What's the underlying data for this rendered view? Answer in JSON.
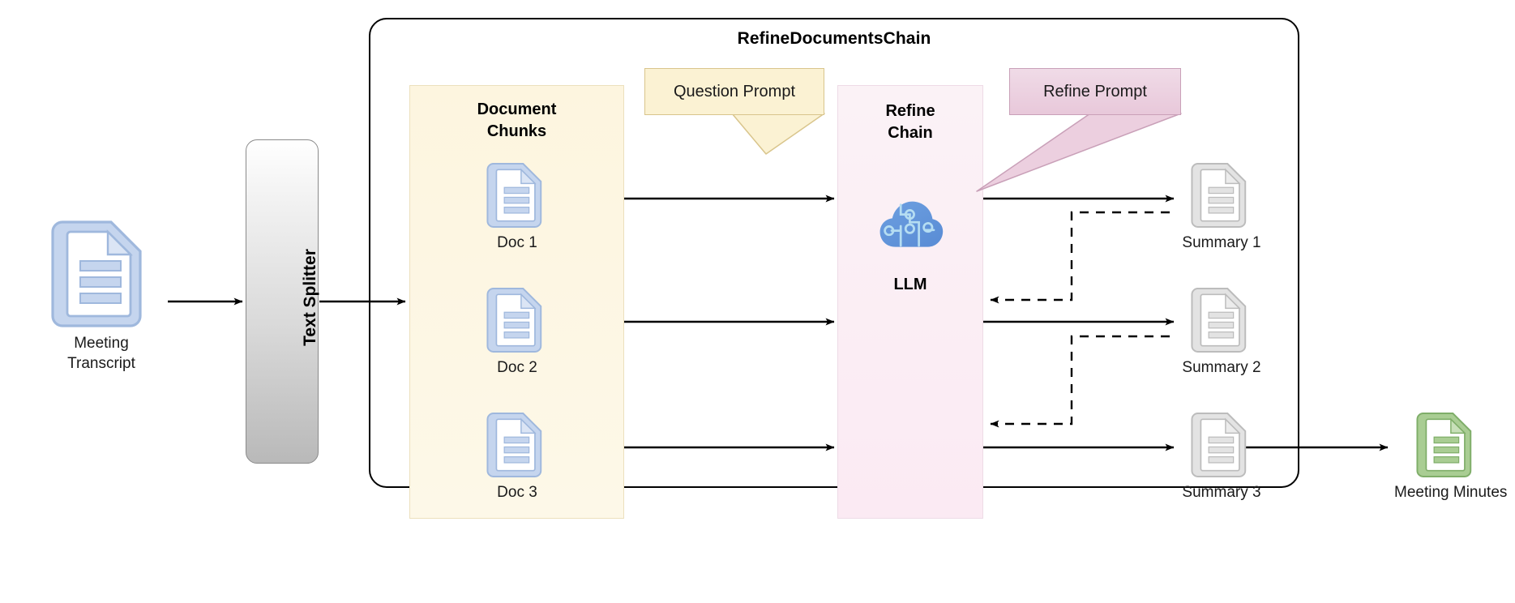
{
  "diagram": {
    "title": "RefineDocumentsChain",
    "type": "flow-diagram"
  },
  "input": {
    "label": "Meeting\nTranscript",
    "label_line1": "Meeting",
    "label_line2": "Transcript",
    "icon": "document-icon",
    "color": "#b9cbe8"
  },
  "splitter": {
    "label": "Text Splitter",
    "icon": "vertical-bar"
  },
  "document_chunks": {
    "title_line1": "Document",
    "title_line2": "Chunks",
    "panel_color": "#fdf6e3",
    "items": [
      {
        "label": "Doc 1",
        "icon": "document-icon"
      },
      {
        "label": "Doc 2",
        "icon": "document-icon"
      },
      {
        "label": "Doc 3",
        "icon": "document-icon"
      }
    ]
  },
  "refine_chain": {
    "title_line1": "Refine",
    "title_line2": "Chain",
    "panel_color": "#fbeef5",
    "model_label": "LLM",
    "model_icon": "cloud-ai-icon"
  },
  "prompts": {
    "question": {
      "label": "Question Prompt",
      "color": "#fbf2d3",
      "border": "#d9c58c"
    },
    "refine": {
      "label": "Refine Prompt",
      "color": "#e8c8da",
      "border": "#c9a0b8"
    }
  },
  "summaries": [
    {
      "label": "Summary 1",
      "icon": "document-icon"
    },
    {
      "label": "Summary 2",
      "icon": "document-icon"
    },
    {
      "label": "Summary 3",
      "icon": "document-icon"
    }
  ],
  "output": {
    "label": "Meeting Minutes",
    "icon": "document-icon",
    "color": "#93c47d"
  },
  "flow": {
    "solid_arrow": "solid-arrow",
    "dashed_arrow": "dashed-feedback-arrow"
  }
}
